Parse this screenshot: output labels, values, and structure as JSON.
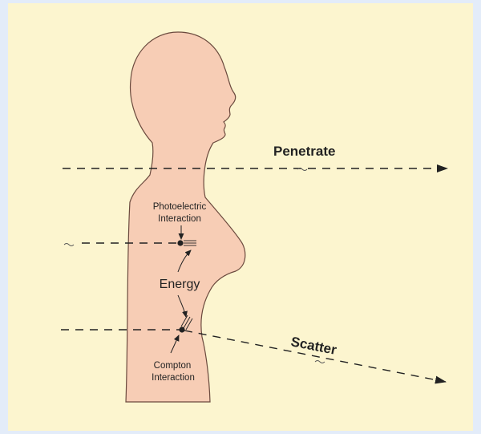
{
  "colors": {
    "background": "#e3ecf9",
    "panel": "#fcf5cf",
    "body_fill": "#f7cdb5",
    "body_outline": "#6b4a3e",
    "ray": "#222222"
  },
  "labels": {
    "penetrate": "Penetrate",
    "photoelectric_line1": "Photoelectric",
    "photoelectric_line2": "Interaction",
    "energy": "Energy",
    "scatter": "Scatter",
    "compton_line1": "Compton",
    "compton_line2": "Interaction"
  }
}
